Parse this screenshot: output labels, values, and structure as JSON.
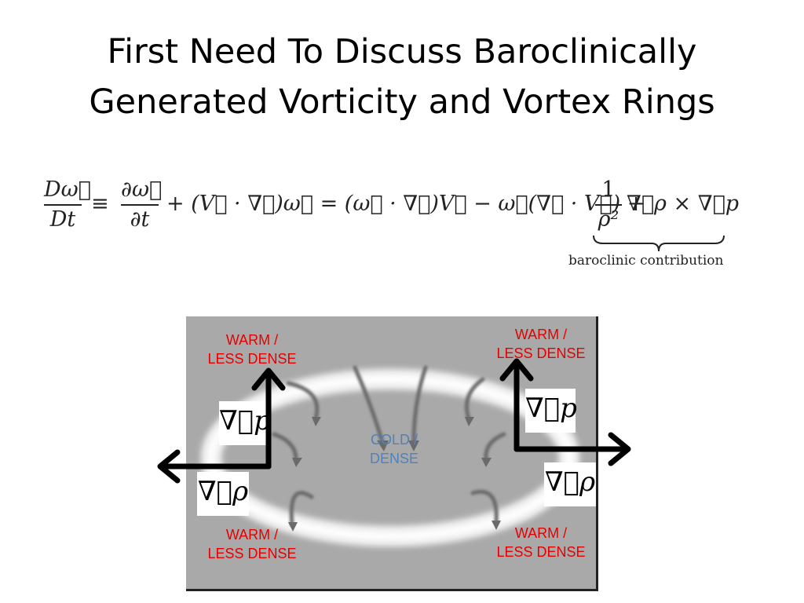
{
  "slide": {
    "title_line1": "First Need To Discuss Baroclinically",
    "title_line2": "Generated Vorticity and Vortex Rings"
  },
  "equation": {
    "lhs_num": "Dω⃗",
    "lhs_den": "Dt",
    "equiv": "≡",
    "t1_num": "∂ω⃗",
    "t1_den": "∂t",
    "middle": "+ (V⃗ · ∇⃗)ω⃗ = (ω⃗ · ∇⃗)V⃗ − ω⃗(∇⃗ · V⃗) +",
    "baro_num": "1",
    "baro_den": "ρ²",
    "baro_rest": "∇⃗ρ × ∇⃗p",
    "brace_label": "baroclinic contribution"
  },
  "diagram": {
    "top_left_label": "WARM /\nLESS DENSE",
    "top_right_label": "WARM /\nLESS DENSE",
    "bottom_left_label": "WARM /\nLESS DENSE",
    "bottom_right_label": "WARM /\nLESS DENSE",
    "center_label": "COLD /\nDENSE",
    "grad_p": "∇⃗p",
    "grad_rho": "∇⃗ρ"
  },
  "colors": {
    "warm_text": "#e60000",
    "cold_text": "#4f81bd",
    "diagram_bg": "#a9a9a9"
  }
}
